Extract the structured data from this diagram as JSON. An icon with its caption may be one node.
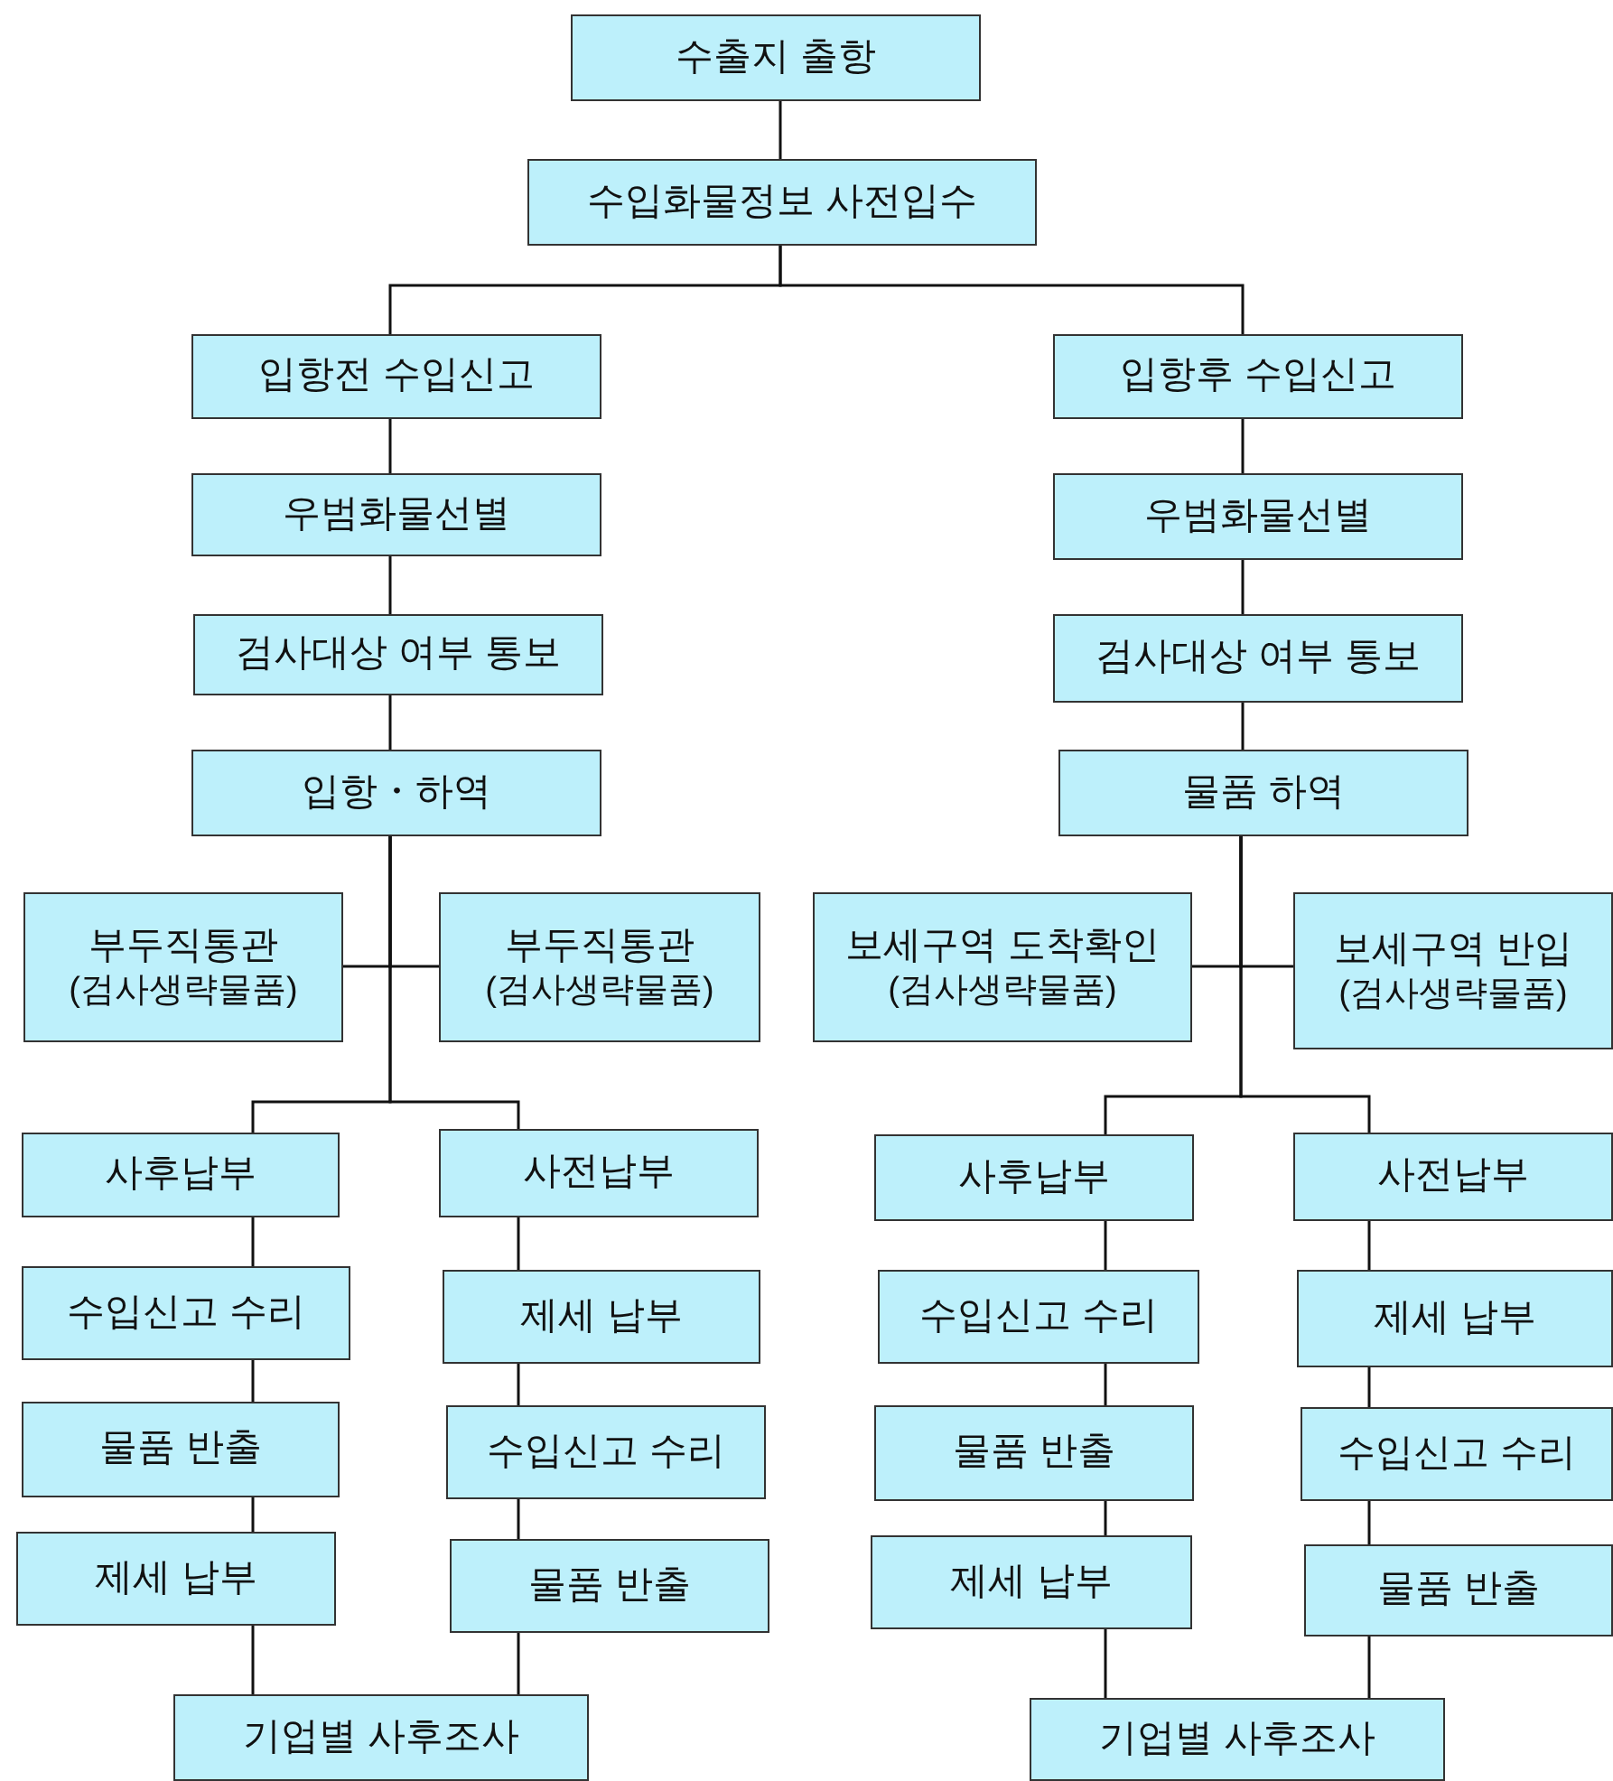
{
  "diagram": {
    "nodes": [
      {
        "text": [
          "수출지 출항"
        ]
      },
      {
        "text": [
          "수입화물정보 사전입수"
        ]
      },
      {
        "text": [
          "입항전 수입신고"
        ]
      },
      {
        "text": [
          "입항후 수입신고"
        ]
      },
      {
        "text": [
          "우범화물선별"
        ]
      },
      {
        "text": [
          "우범화물선별"
        ]
      },
      {
        "text": [
          "검사대상 여부 통보"
        ]
      },
      {
        "text": [
          "검사대상 여부 통보"
        ]
      },
      {
        "text": [
          "입항・하역"
        ]
      },
      {
        "text": [
          "물품 하역"
        ]
      },
      {
        "text": [
          "부두직통관",
          "(검사생략물품)"
        ]
      },
      {
        "text": [
          "부두직통관",
          "(검사생략물품)"
        ]
      },
      {
        "text": [
          "보세구역 도착확인",
          "(검사생략물품)"
        ]
      },
      {
        "text": [
          "보세구역 반입",
          "(검사생략물품)"
        ]
      },
      {
        "text": [
          "사후납부"
        ]
      },
      {
        "text": [
          "사전납부"
        ]
      },
      {
        "text": [
          "사후납부"
        ]
      },
      {
        "text": [
          "사전납부"
        ]
      },
      {
        "text": [
          "수입신고 수리"
        ]
      },
      {
        "text": [
          "제세 납부"
        ]
      },
      {
        "text": [
          "수입신고 수리"
        ]
      },
      {
        "text": [
          "제세 납부"
        ]
      },
      {
        "text": [
          "물품 반출"
        ]
      },
      {
        "text": [
          "수입신고 수리"
        ]
      },
      {
        "text": [
          "물품 반출"
        ]
      },
      {
        "text": [
          "수입신고 수리"
        ]
      },
      {
        "text": [
          "제세 납부"
        ]
      },
      {
        "text": [
          "물품 반출"
        ]
      },
      {
        "text": [
          "제세 납부"
        ]
      },
      {
        "text": [
          "물품 반출"
        ]
      },
      {
        "text": [
          "기업별 사후조사"
        ]
      },
      {
        "text": [
          "기업별 사후조사"
        ]
      }
    ],
    "edges": [
      {
        "from": 0,
        "to": 1,
        "arrow": "none"
      },
      {
        "from": 1,
        "to": 2,
        "arrow": "none"
      },
      {
        "from": 1,
        "to": 3,
        "arrow": "none"
      },
      {
        "from": 2,
        "to": 4,
        "arrow": "none"
      },
      {
        "from": 4,
        "to": 6,
        "arrow": "none"
      },
      {
        "from": 6,
        "to": 8,
        "arrow": "none"
      },
      {
        "from": 3,
        "to": 5,
        "arrow": "none"
      },
      {
        "from": 5,
        "to": 7,
        "arrow": "none"
      },
      {
        "from": 7,
        "to": 9,
        "arrow": "none"
      },
      {
        "from": 8,
        "to": 10,
        "arrow": "none"
      },
      {
        "from": 8,
        "to": 11,
        "arrow": "none"
      },
      {
        "from": 8,
        "to": 14,
        "arrow": "none"
      },
      {
        "from": 8,
        "to": 15,
        "arrow": "none"
      },
      {
        "from": 9,
        "to": 12,
        "arrow": "none"
      },
      {
        "from": 9,
        "to": 13,
        "arrow": "none"
      },
      {
        "from": 9,
        "to": 16,
        "arrow": "none"
      },
      {
        "from": 9,
        "to": 17,
        "arrow": "none"
      },
      {
        "from": 14,
        "to": 18,
        "arrow": "none"
      },
      {
        "from": 18,
        "to": 22,
        "arrow": "none"
      },
      {
        "from": 22,
        "to": 26,
        "arrow": "none"
      },
      {
        "from": 26,
        "to": 30,
        "arrow": "none"
      },
      {
        "from": 15,
        "to": 19,
        "arrow": "none"
      },
      {
        "from": 19,
        "to": 23,
        "arrow": "none"
      },
      {
        "from": 23,
        "to": 27,
        "arrow": "none"
      },
      {
        "from": 27,
        "to": 30,
        "arrow": "none"
      },
      {
        "from": 16,
        "to": 20,
        "arrow": "none"
      },
      {
        "from": 20,
        "to": 24,
        "arrow": "none"
      },
      {
        "from": 24,
        "to": 28,
        "arrow": "none"
      },
      {
        "from": 28,
        "to": 31,
        "arrow": "none"
      },
      {
        "from": 17,
        "to": 21,
        "arrow": "none"
      },
      {
        "from": 21,
        "to": 25,
        "arrow": "none"
      },
      {
        "from": 25,
        "to": 29,
        "arrow": "none"
      },
      {
        "from": 29,
        "to": 31,
        "arrow": "none"
      }
    ]
  }
}
